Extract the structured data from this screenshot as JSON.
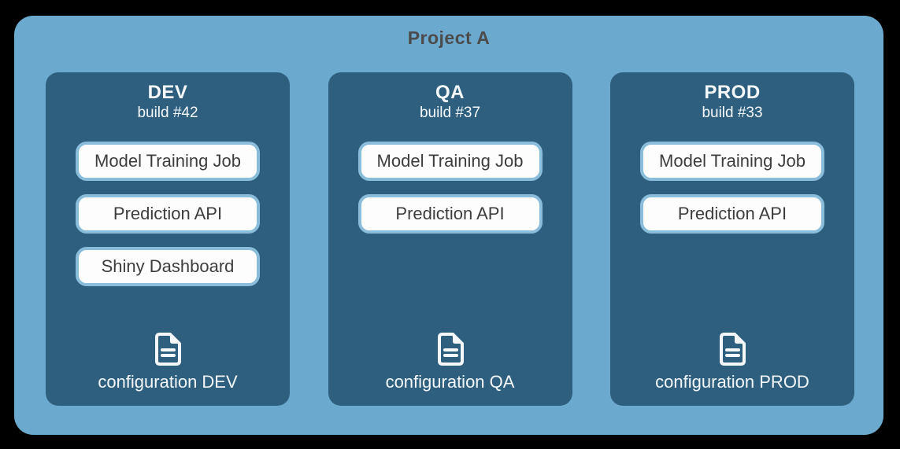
{
  "title": "Project A",
  "colors": {
    "background_outer": "#000000",
    "project_background": "#6ca9ce",
    "environment_panel": "#2e5f7e",
    "service_box_fill": "#fdfdfd",
    "service_box_border": "#8abdda",
    "service_text": "#3d3d3d",
    "title_text": "#4b4b4b",
    "panel_text": "#f4f8fb"
  },
  "environments": [
    {
      "name": "DEV",
      "build": "build #42",
      "services": [
        "Model Training Job",
        "Prediction API",
        "Shiny Dashboard"
      ],
      "config_label": "configuration DEV",
      "config_icon": "document-icon"
    },
    {
      "name": "QA",
      "build": "build #37",
      "services": [
        "Model Training Job",
        "Prediction API"
      ],
      "config_label": "configuration QA",
      "config_icon": "document-icon"
    },
    {
      "name": "PROD",
      "build": "build #33",
      "services": [
        "Model Training Job",
        "Prediction API"
      ],
      "config_label": "configuration PROD",
      "config_icon": "document-icon"
    }
  ]
}
